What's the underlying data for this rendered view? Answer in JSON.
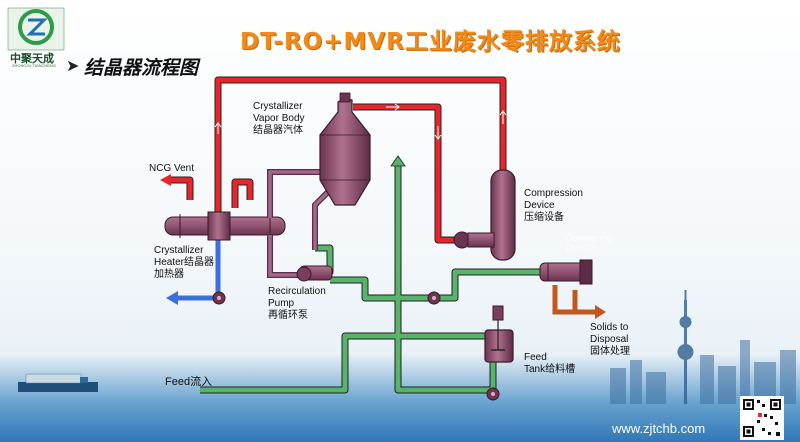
{
  "title": "DT-RO+MVR工业废水零排放系统",
  "subtitle": "结晶器流程图",
  "logo": {
    "name": "中聚天成",
    "small_text": "ZHONGJU TIANCHENG"
  },
  "labels": {
    "vapor_body": "Crystallizer\nVapor Body\n结晶器汽体",
    "ncg_vent": "NCG Vent",
    "heater": "Crystallizer\nHeater结晶器\n加热器",
    "recirc_pump": "Recirculation\nPump\n再循环泵",
    "compression": "Compression\nDevice\n压缩设备",
    "dewatering_ghost": "Dewatering\nDevice",
    "solids": "Solids to\nDisposal\n固体处理",
    "feed_tank": "Feed\nTank给料槽",
    "feed": "Feed流入"
  },
  "website": "www.zjtchb.com",
  "colors": {
    "vapor_line": "#e8252a",
    "liquid_line": "#58b36b",
    "condensate_line": "#3b6fe0",
    "slurry_line": "#c4571a",
    "equipment": "#8a4a6a",
    "title": "#f08a1c"
  }
}
